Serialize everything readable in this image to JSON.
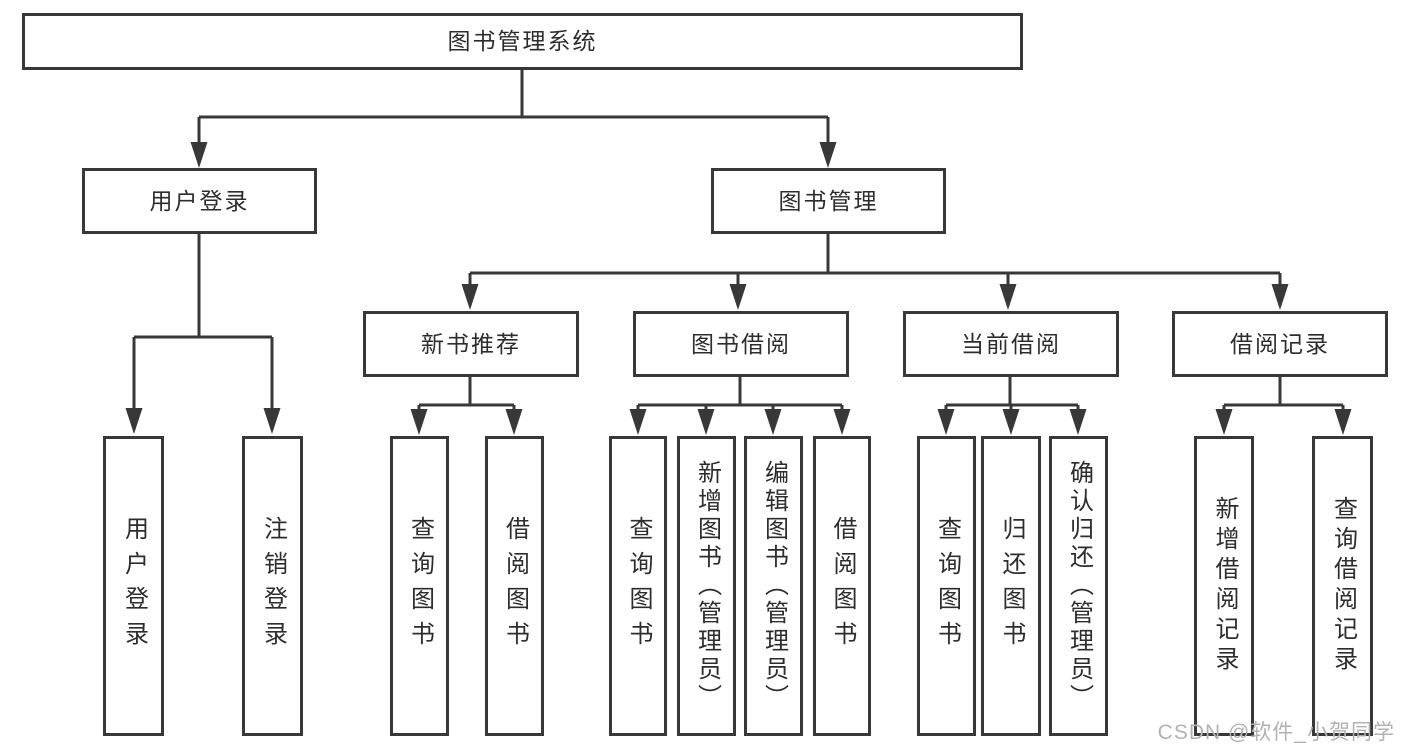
{
  "colors": {
    "line": "#383838",
    "box_border": "#383838",
    "text": "#2d2d2d",
    "background": "#ffffff",
    "watermark": "#b2b2b2"
  },
  "tree": {
    "label": "图书管理系统",
    "children": [
      {
        "label": "用户登录",
        "children": [
          {
            "label": "用户登录"
          },
          {
            "label": "注销登录"
          }
        ]
      },
      {
        "label": "图书管理",
        "children": [
          {
            "label": "新书推荐",
            "children": [
              {
                "label": "查询图书"
              },
              {
                "label": "借阅图书"
              }
            ]
          },
          {
            "label": "图书借阅",
            "children": [
              {
                "label": "查询图书"
              },
              {
                "label": "新增图书（管理员）"
              },
              {
                "label": "编辑图书（管理员）"
              },
              {
                "label": "借阅图书"
              }
            ]
          },
          {
            "label": "当前借阅",
            "children": [
              {
                "label": "查询图书"
              },
              {
                "label": "归还图书"
              },
              {
                "label": "确认归还（管理员）"
              }
            ]
          },
          {
            "label": "借阅记录",
            "children": [
              {
                "label": "新增借阅记录"
              },
              {
                "label": "查询借阅记录"
              }
            ]
          }
        ]
      }
    ]
  },
  "watermark": {
    "text": "CSDN @软件_小贺同学"
  }
}
